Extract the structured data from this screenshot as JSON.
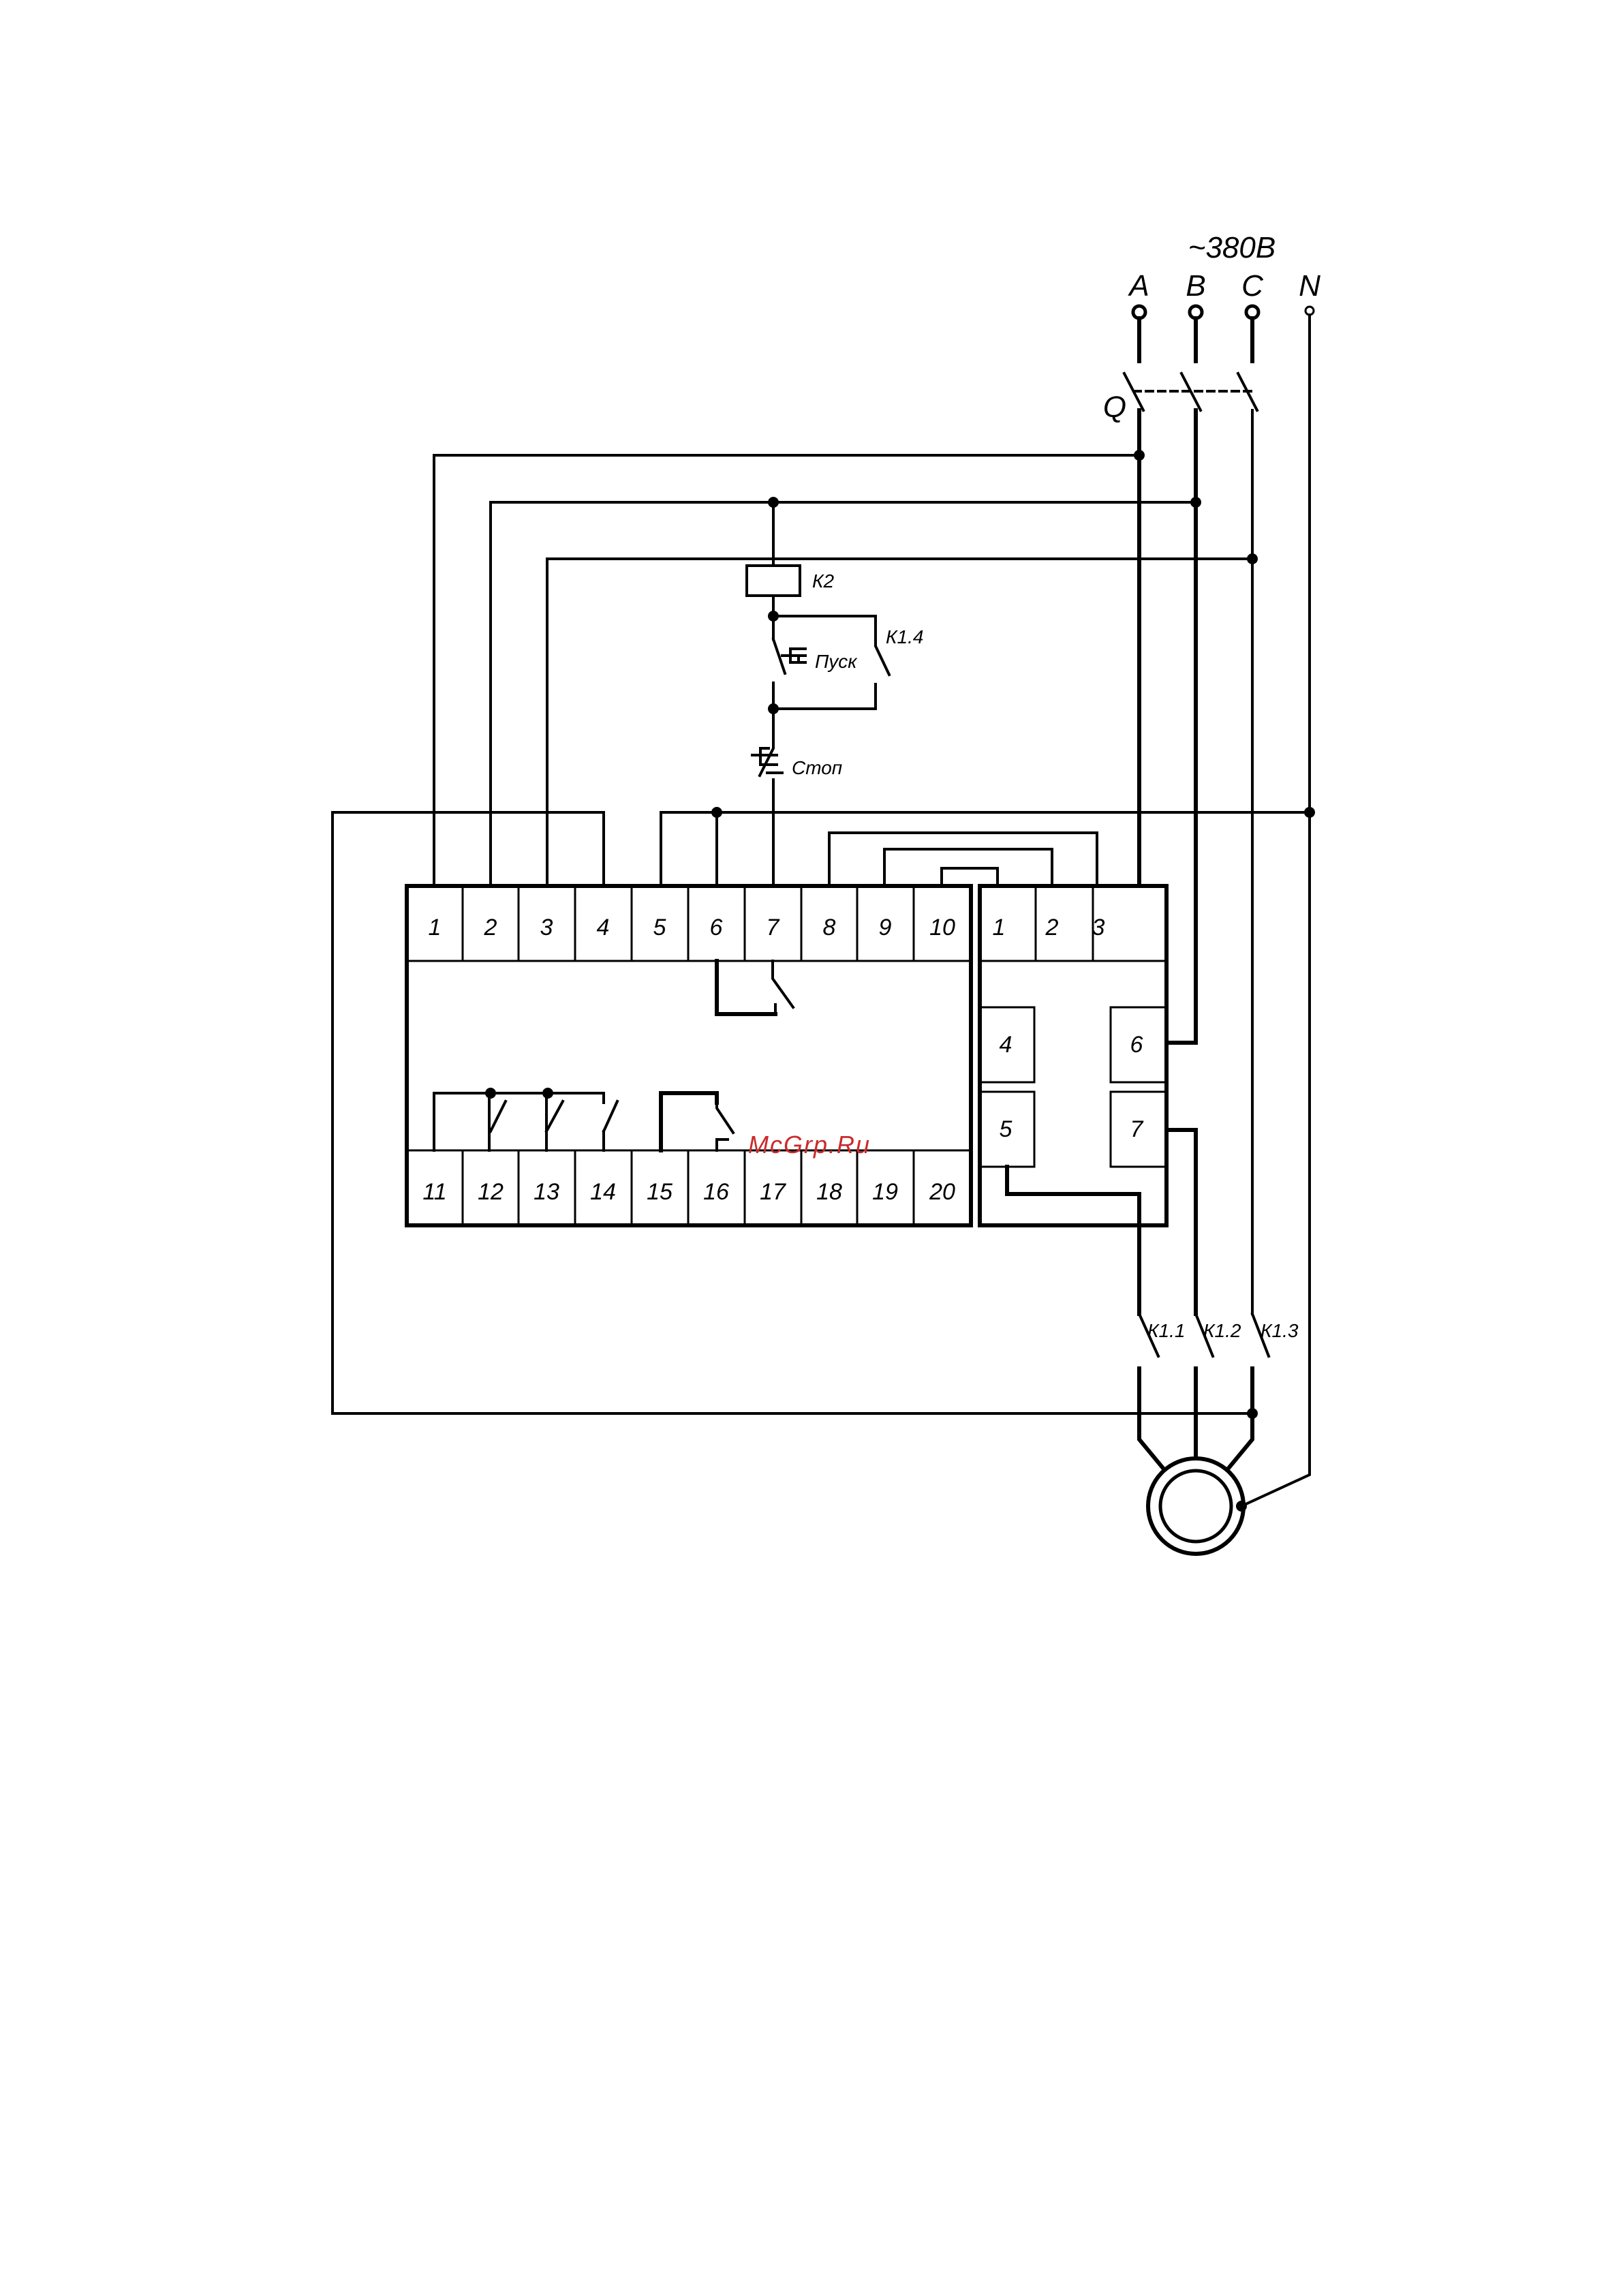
{
  "supply": {
    "voltage": "~380В",
    "phases": [
      "A",
      "B",
      "C",
      "N"
    ],
    "breaker": "Q"
  },
  "control": {
    "coil": "К2",
    "start_button": "Пуск",
    "stop_button": "Стоп",
    "hold_contact": "К1.4"
  },
  "relay_block": {
    "top_terminals": [
      "1",
      "2",
      "3",
      "4",
      "5",
      "6",
      "7",
      "8",
      "9",
      "10"
    ],
    "bottom_terminals": [
      "11",
      "12",
      "13",
      "14",
      "15",
      "16",
      "17",
      "18",
      "19",
      "20"
    ]
  },
  "contactor_block": {
    "top_terminals": [
      "1",
      "2",
      "3"
    ],
    "side_terminals": [
      "4",
      "5",
      "6",
      "7"
    ]
  },
  "motor_contacts": [
    "К1.1",
    "К1.2",
    "К1.3"
  ],
  "watermark": "McGrp.Ru"
}
